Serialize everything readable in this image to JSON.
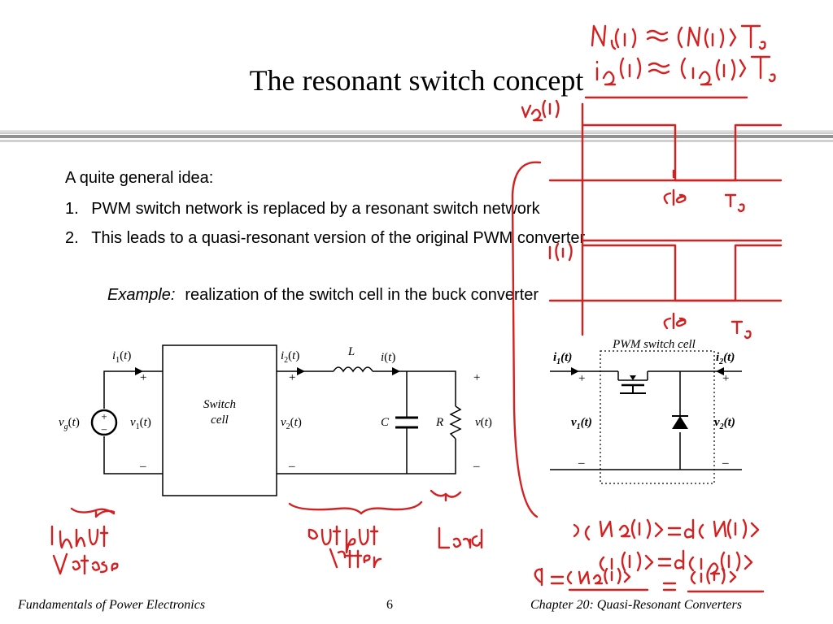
{
  "slide": {
    "title": "The resonant switch concept",
    "intro": "A quite general idea:",
    "items": [
      {
        "num": "1.",
        "text": "PWM switch network is replaced by a resonant switch network"
      },
      {
        "num": "2.",
        "text": "This leads to a quasi-resonant version of the original PWM converter"
      }
    ],
    "example_label": "Example:",
    "example_text": "realization of the switch cell in the buck converter"
  },
  "circuit": {
    "switch_cell_line1": "Switch",
    "switch_cell_line2": "cell",
    "pwm_switch_cell": "PWM switch cell"
  },
  "annotations": {
    "input_voltage": "input voltage",
    "output_filter": "output filter",
    "load": "Load"
  },
  "footer": {
    "left": "Fundamentals of Power Electronics",
    "page": "6",
    "right": "Chapter 20: Quasi-Resonant Converters"
  },
  "colors": {
    "ink": "#d42020",
    "rule_dark": "#808080",
    "rule_light": "#c8c8c8"
  }
}
